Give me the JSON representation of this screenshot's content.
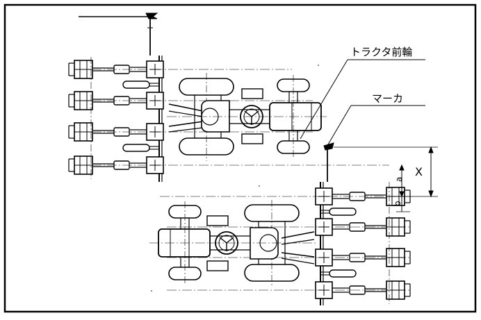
{
  "labels": {
    "tractor_front_wheel": "トラクタ前輪",
    "marker": "マーカ",
    "dimension_x": "X",
    "dimension_a": "a",
    "dimension_b": "b"
  },
  "colors": {
    "line": "#000000",
    "background": "#ffffff"
  }
}
